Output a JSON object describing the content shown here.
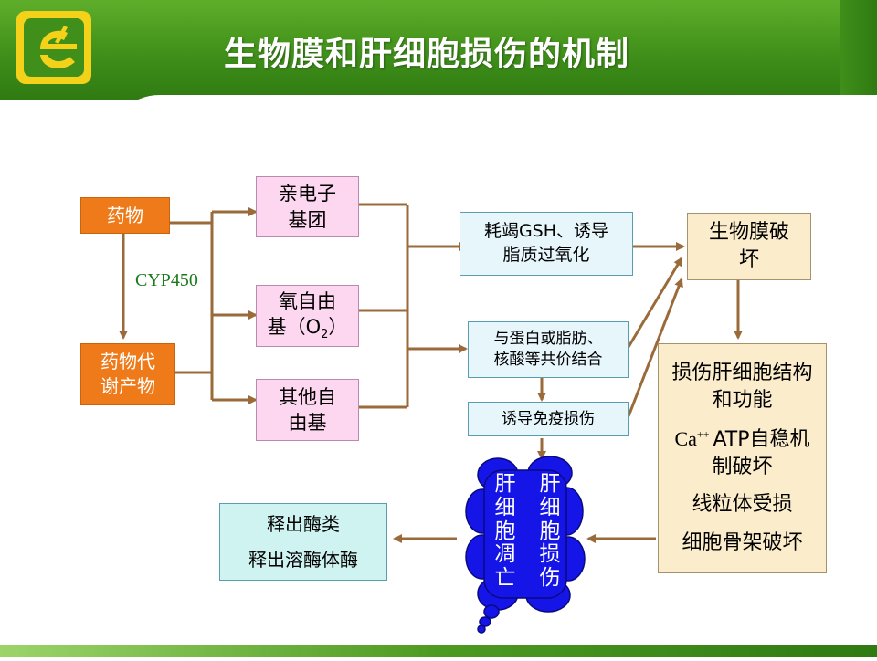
{
  "title": "生物膜和肝细胞损伤的机制",
  "colors": {
    "header_green": "#3f8f1a",
    "arrow": "#9b6a3a",
    "orange_box": "#ee7a1a",
    "pink_box": "#fcd7ef",
    "cyan_box": "#e6f6fb",
    "tan_box": "#fbeccb",
    "cloud": "#1515e8"
  },
  "logo_icon": "green-yellow-e-logo",
  "nodes": {
    "drug": "药物",
    "metabolite": [
      "药物代",
      "谢产物"
    ],
    "cyp": "CYP450",
    "electrophile": [
      "亲电子",
      "基团"
    ],
    "oxygen_radical": {
      "line1": "氧自由",
      "line2_pre": "基（O",
      "sub": "2",
      "line2_post": "）"
    },
    "other_radical": [
      "其他自",
      "由基"
    ],
    "gsh": [
      "耗竭GSH、诱导",
      "脂质过氧化"
    ],
    "covalent": [
      "与蛋白或脂肪、",
      "核酸等共价结合"
    ],
    "immune": "诱导免疫损伤",
    "membrane": [
      "生物膜破",
      "坏"
    ],
    "damage_list": [
      "损伤肝细胞结构和功能",
      "Ca",
      "++-",
      "ATP自稳机制破坏",
      "线粒体受损",
      "细胞骨架破坏"
    ],
    "cloud_left": "肝细胞凋亡",
    "cloud_right": "肝细胞损伤",
    "release": [
      "释出酶类",
      "释出溶酶体酶"
    ]
  }
}
